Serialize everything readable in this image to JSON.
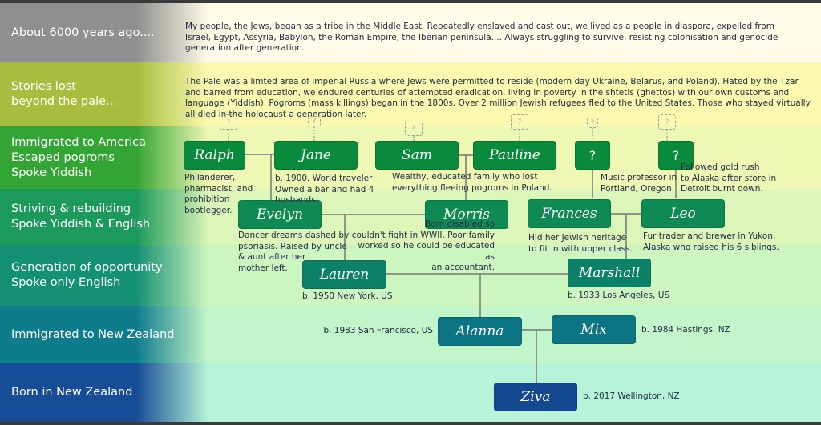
{
  "bands": [
    {
      "label": "About 6000 years ago....",
      "color": "#8f8f8f",
      "bg": "#fffbe6"
    },
    {
      "label": "Stories lost\nbeyond the pale...",
      "color": "#a7bd3f",
      "bg": "#fbf9b0"
    },
    {
      "label": "Immigrated to America\nEscaped pogroms\nSpoke Yiddish",
      "color": "#34a535",
      "bg": "#eef7b4"
    },
    {
      "label": "Striving & rebuilding\nSpoke Yiddish & English",
      "color": "#1c9a5b",
      "bg": "#dcf5b9"
    },
    {
      "label": "Generation of opportunity\nSpoke only English",
      "color": "#149173",
      "bg": "#cdf5bf"
    },
    {
      "label": "Immigrated to New Zealand",
      "color": "#0f7c8c",
      "bg": "#c2f5c9"
    },
    {
      "label": "Born in New Zealand",
      "color": "#174c96",
      "bg": "#b6f3d9"
    }
  ],
  "intro": [
    "My people, the Jews, began as a tribe in the Middle East. Repeatedly enslaved and cast out, we lived as a people in diaspora, expelled from Israel, Egypt, Assyria, Babylon, the Roman Empire, the Iberian peninsula.... Always struggling to survive, resisting colonisation and genocide generation after generation.",
    "The Pale was a limted area of imperial Russia where Jews were permitted to reside (modern day Ukraine, Belarus, and Poland). Hated by the Tzar and barred from education, we endured centuries of attempted eradication, living in poverty in the shtetls (ghettos) with our own customs and language (Yiddish). Pogroms (mass killings) began in the 1800s. Over 2 million Jewish refugees fled to the United States. Those who stayed virtually all died in the holocaust a generation later."
  ],
  "ghost_label": "?",
  "people": {
    "ralph": {
      "name": "Ralph",
      "color": "#0a8a3c"
    },
    "jane": {
      "name": "Jane",
      "color": "#0a8a3c"
    },
    "sam": {
      "name": "Sam",
      "color": "#0a8a3c"
    },
    "pauline": {
      "name": "Pauline",
      "color": "#0a8a3c"
    },
    "unknown1": {
      "name": "?",
      "color": "#0a8a3c"
    },
    "unknown2": {
      "name": "?",
      "color": "#0a8a3c"
    },
    "evelyn": {
      "name": "Evelyn",
      "color": "#0f8a54"
    },
    "morris": {
      "name": "Morris",
      "color": "#0f8a54"
    },
    "frances": {
      "name": "Frances",
      "color": "#0f8a54"
    },
    "leo": {
      "name": "Leo",
      "color": "#0f8a54"
    },
    "lauren": {
      "name": "Lauren",
      "color": "#0d8068"
    },
    "marshall": {
      "name": "Marshall",
      "color": "#0d8068"
    },
    "alanna": {
      "name": "Alanna",
      "color": "#0c7584"
    },
    "mix": {
      "name": "Mix",
      "color": "#0c7584"
    },
    "ziva": {
      "name": "Ziva",
      "color": "#15498f"
    }
  },
  "descriptions": {
    "ralph": "Philanderer,\npharmacist, and\nprohibition\nbootlegger.",
    "jane": "b. 1900. World traveler\nOwned a bar and had 4\nhusbands.",
    "sam_pauline": "Wealthy, educated  family who lost\neverything fleeing pogroms in Poland.",
    "unknown1": "Music professor in\nPortland, Oregon.",
    "unknown2": "Followed gold rush\nto Alaska after store  in\nDetroit burnt down.",
    "evelyn": "Dancer dreams dashed by\npsoriasis. Raised by uncle\n& aunt after her\nmother left.",
    "morris": "Born disabled so\ncouldn't fight in WWII. Poor family\nworked so he could be educated as\nan accountant.",
    "frances": "Hid her Jewish heritage\nto fit in with upper class.",
    "leo": "Fur trader and brewer in Yukon,\nAlaska who raised his 6 siblings.",
    "lauren": "b. 1950 New York, US",
    "marshall": "b. 1933 Los Angeles, US",
    "alanna": "b. 1983 San Francisco, US",
    "mix": "b. 1984 Hastings, NZ",
    "ziva": "b. 2017 Wellington, NZ"
  }
}
